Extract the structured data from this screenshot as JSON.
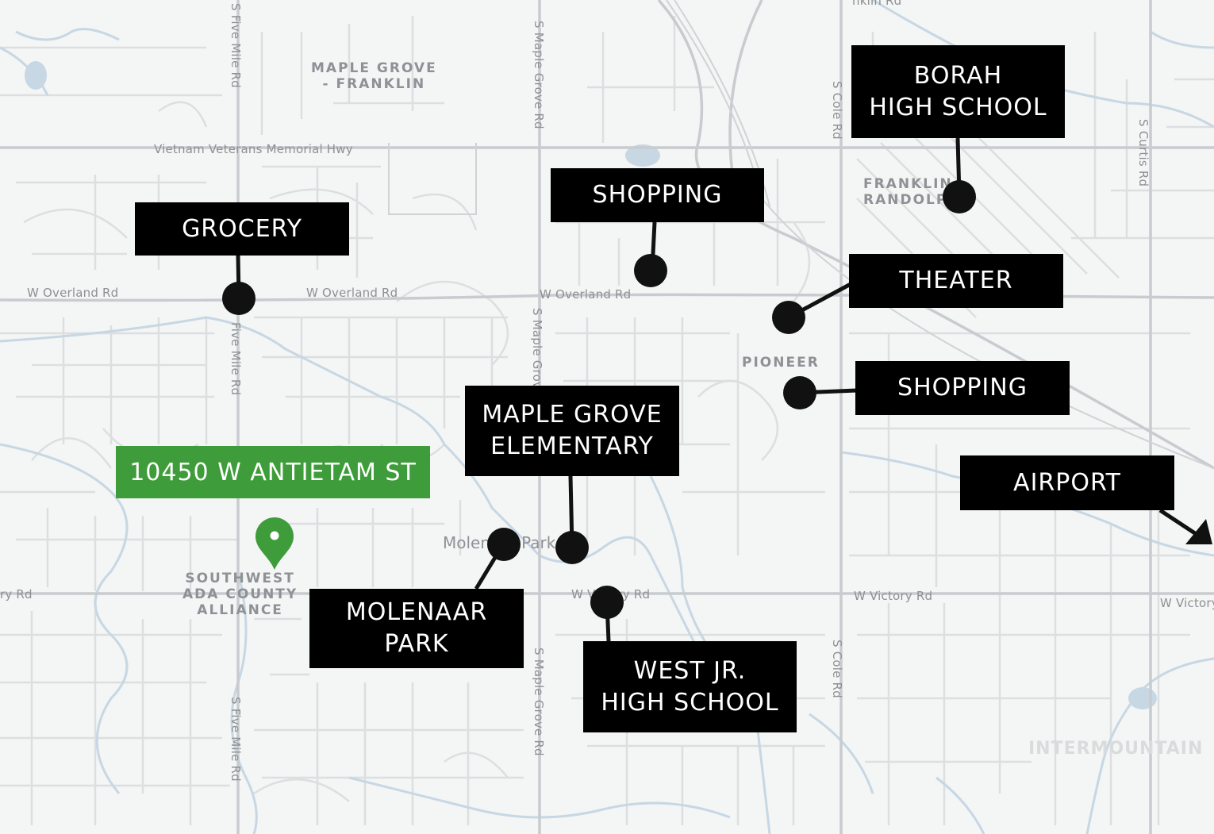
{
  "map": {
    "streets": [
      {
        "id": "five-mile-north",
        "text": "S Five Mile Rd"
      },
      {
        "id": "five-mile-mid",
        "text": "Five Mile Rd"
      },
      {
        "id": "five-mile-south",
        "text": "S Five Mile Rd"
      },
      {
        "id": "maple-grove-north",
        "text": "S Maple Grove Rd"
      },
      {
        "id": "maple-grove-mid",
        "text": "S Maple Grov"
      },
      {
        "id": "maple-grove-south",
        "text": "S Maple Grove Rd"
      },
      {
        "id": "cole-north",
        "text": "S Cole Rd"
      },
      {
        "id": "cole-south",
        "text": "S Cole Rd"
      },
      {
        "id": "curtis",
        "text": "S Curtis Rd"
      },
      {
        "id": "vietnam-hwy",
        "text": "Vietnam Veterans Memorial Hwy"
      },
      {
        "id": "overland-west",
        "text": "W Overland Rd"
      },
      {
        "id": "overland-mid",
        "text": "W Overland Rd"
      },
      {
        "id": "overland-east",
        "text": "W Overland Rd"
      },
      {
        "id": "victory-west",
        "text": "ry Rd"
      },
      {
        "id": "victory-mid",
        "text": "W Victory Rd"
      },
      {
        "id": "victory-east",
        "text": "W Victory Rd"
      },
      {
        "id": "victory-far-east",
        "text": "W Victory"
      },
      {
        "id": "franklin-rd",
        "text": "nklin Rd"
      }
    ],
    "areas": [
      {
        "id": "maple-grove-franklin",
        "lines": [
          "MAPLE GROVE",
          "- FRANKLIN"
        ]
      },
      {
        "id": "franklin-randolph",
        "lines": [
          "FRANKLIN",
          "RANDOLPH"
        ]
      },
      {
        "id": "pioneer",
        "lines": [
          "PIONEER"
        ]
      },
      {
        "id": "southwest-ada",
        "lines": [
          "SOUTHWEST",
          "ADA COUNTY",
          "ALLIANCE"
        ]
      },
      {
        "id": "molenaar-park-label",
        "lines": [
          "Molenaar Park"
        ]
      },
      {
        "id": "intermountain",
        "lines": [
          "INTERMOUNTAIN"
        ]
      }
    ],
    "callouts": [
      {
        "id": "borah",
        "lines": [
          "BORAH",
          "HIGH SCHOOL"
        ]
      },
      {
        "id": "shopping-north",
        "lines": [
          "SHOPPING"
        ]
      },
      {
        "id": "grocery",
        "lines": [
          "GROCERY"
        ]
      },
      {
        "id": "theater",
        "lines": [
          "THEATER"
        ]
      },
      {
        "id": "shopping-pioneer",
        "lines": [
          "SHOPPING"
        ]
      },
      {
        "id": "maple-grove-elementary",
        "lines": [
          "MAPLE GROVE",
          "ELEMENTARY"
        ]
      },
      {
        "id": "airport",
        "lines": [
          "AIRPORT"
        ]
      },
      {
        "id": "molenaar",
        "lines": [
          "MOLENAAR",
          "PARK"
        ]
      },
      {
        "id": "west-jr",
        "lines": [
          "WEST JR.",
          "HIGH SCHOOL"
        ]
      }
    ],
    "address": {
      "text": "10450 W ANTIETAM ST"
    },
    "colors": {
      "background": "#f4f5f5",
      "road": "#d6d8db",
      "major_road": "#c2c6ca",
      "water": "#c7d7e3",
      "callout": "#000000",
      "callout_text": "#ffffff",
      "address": "#3e9c3a",
      "pin": "#3e9c3a",
      "label_gray": "#8e9195"
    },
    "icons": {
      "pin": "map-pin-icon",
      "marker": "dot-marker-icon",
      "arrow": "arrow-right-down-icon"
    }
  }
}
